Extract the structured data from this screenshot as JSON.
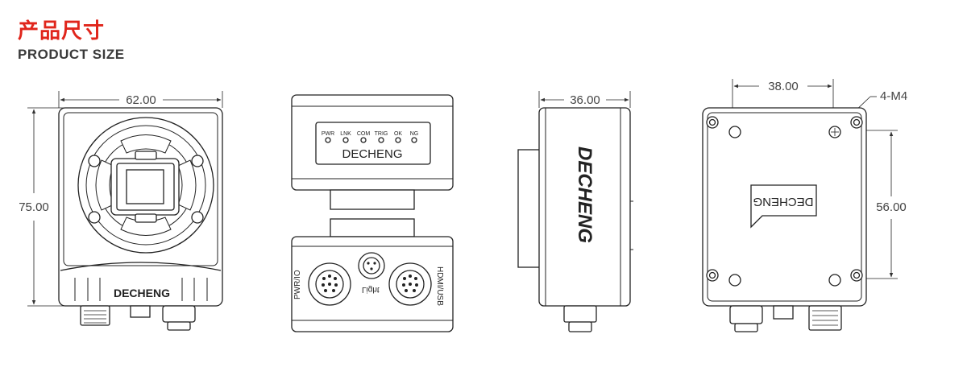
{
  "header": {
    "title_cn": "产品尺寸",
    "title_en": "PRODUCT SIZE"
  },
  "front_view": {
    "width_dim": "62.00",
    "height_dim": "75.00",
    "brand": "DECHENG"
  },
  "top_view": {
    "indicators": [
      "PWR",
      "LNK",
      "COM",
      "TRIG",
      "OK",
      "NG"
    ],
    "brand": "DECHENG",
    "connector_labels": {
      "left": "PWR/IO",
      "middle": "Light",
      "right": "HDMI/USB"
    }
  },
  "side_view": {
    "depth_dim": "36.00",
    "brand": "DECHENG"
  },
  "back_view": {
    "hole_spacing_h": "38.00",
    "hole_spacing_v": "56.00",
    "hole_callout": "4-M4",
    "brand": "DECHENG"
  },
  "colors": {
    "title_red": "#e0251b",
    "line": "#222222",
    "body_fill": "#ffffff"
  }
}
